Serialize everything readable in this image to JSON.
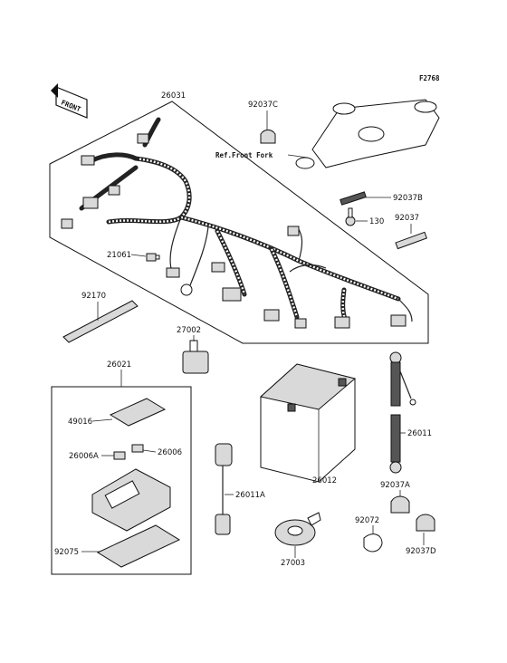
{
  "diagram": {
    "code": "F2768",
    "front_badge": "FRONT",
    "ref_note": "Ref.Front Fork",
    "parts": [
      {
        "id": "p-26031",
        "label": "26031"
      },
      {
        "id": "p-92037c",
        "label": "92037C"
      },
      {
        "id": "p-92037b",
        "label": "92037B"
      },
      {
        "id": "p-130",
        "label": "130"
      },
      {
        "id": "p-92037",
        "label": "92037"
      },
      {
        "id": "p-21061",
        "label": "21061"
      },
      {
        "id": "p-92170",
        "label": "92170"
      },
      {
        "id": "p-27002",
        "label": "27002"
      },
      {
        "id": "p-26021",
        "label": "26021"
      },
      {
        "id": "p-49016",
        "label": "49016"
      },
      {
        "id": "p-26006a",
        "label": "26006A"
      },
      {
        "id": "p-26006",
        "label": "26006"
      },
      {
        "id": "p-92075",
        "label": "92075"
      },
      {
        "id": "p-26011a",
        "label": "26011A"
      },
      {
        "id": "p-26012",
        "label": "26012"
      },
      {
        "id": "p-26011",
        "label": "26011"
      },
      {
        "id": "p-92037a",
        "label": "92037A"
      },
      {
        "id": "p-92072",
        "label": "92072"
      },
      {
        "id": "p-92037d",
        "label": "92037D"
      },
      {
        "id": "p-27003",
        "label": "27003"
      }
    ]
  }
}
